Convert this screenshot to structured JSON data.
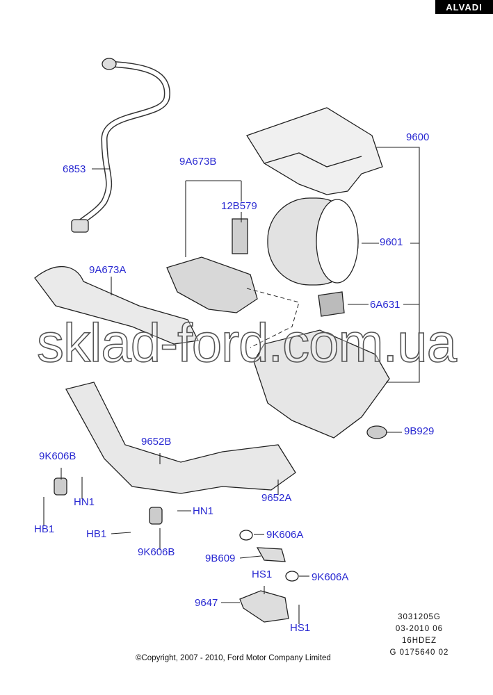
{
  "badge": "ALVADI",
  "watermark": "sklad-ford.com.ua",
  "labels": [
    "6853",
    "9A673B",
    "12B579",
    "9600",
    "9601",
    "9A673A",
    "6A631",
    "9B929",
    "9652B",
    "9K606B",
    "9652A",
    "HN1",
    "HN1",
    "HB1",
    "HB1",
    "9K606A",
    "9K606B",
    "9B609",
    "HS1",
    "9K606A",
    "9647",
    "HS1"
  ],
  "reference": [
    "3031205G",
    "03-2010 06",
    "16HDEZ",
    "G 0175640 02"
  ],
  "copyright": "©Copyright, 2007 - 2010, Ford Motor Company Limited",
  "colors": {
    "label": "#2a2ad2",
    "line": "#111111"
  }
}
